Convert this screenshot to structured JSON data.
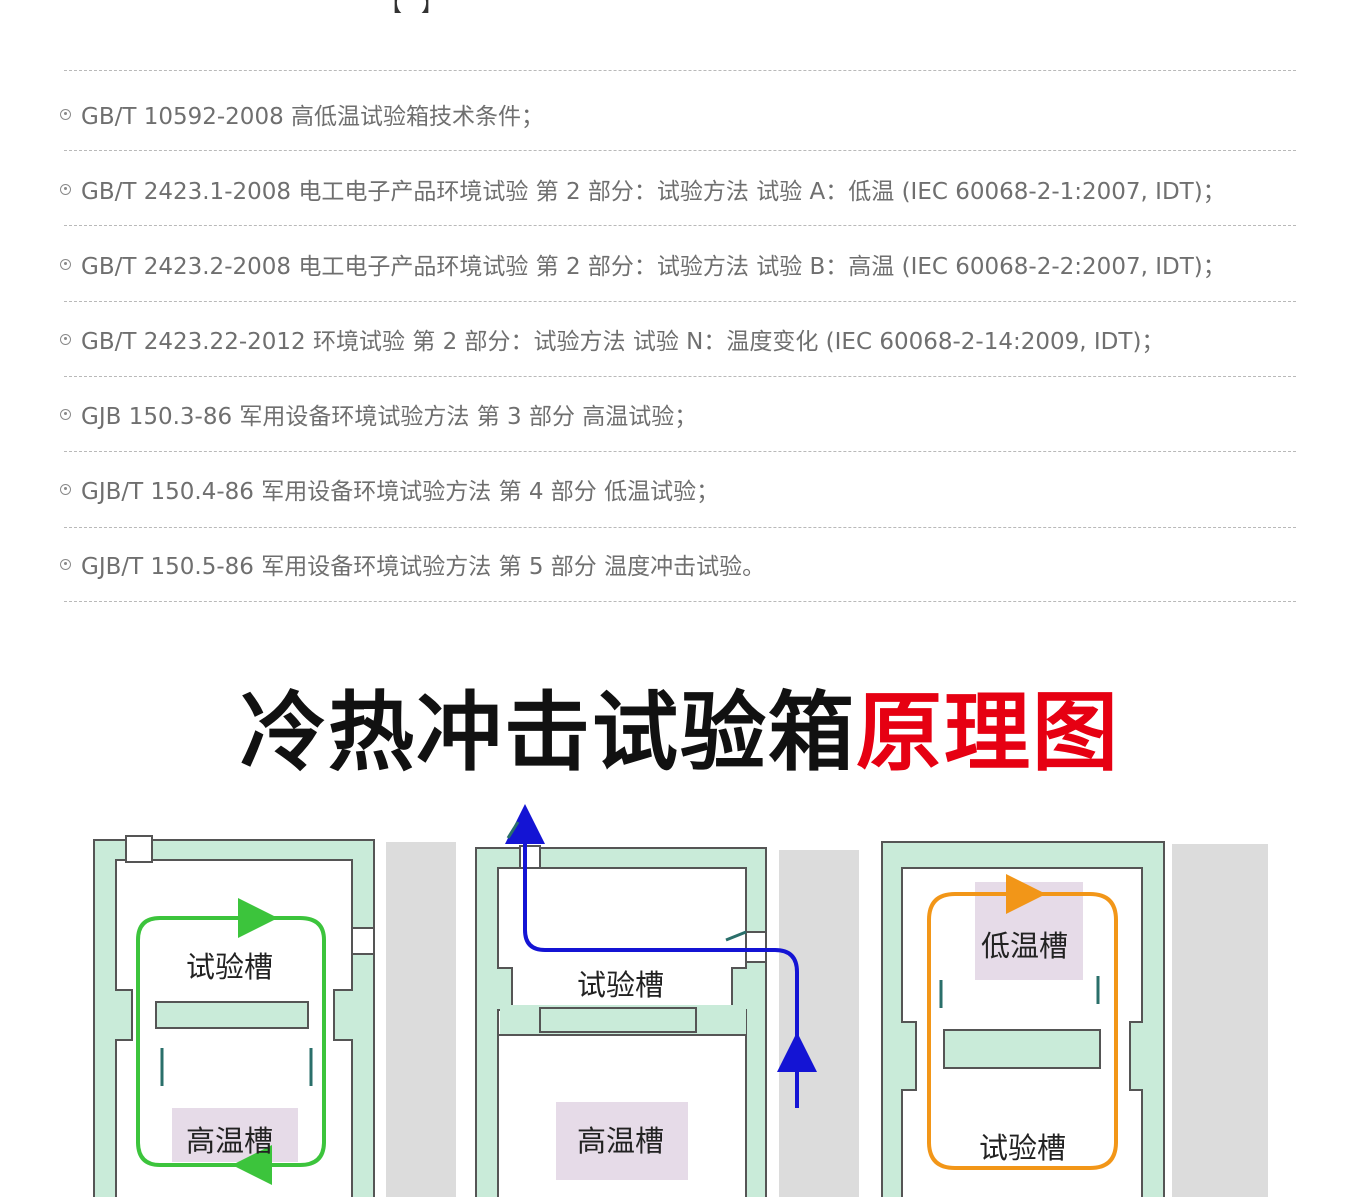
{
  "top_fragment": "【 】",
  "standards": [
    "GB/T 10592-2008 高低温试验箱技术条件；",
    "GB/T 2423.1-2008 电工电子产品环境试验 第 2 部分：试验方法 试验 A：低温 (IEC 60068-2-1:2007, IDT)；",
    "GB/T 2423.2-2008 电工电子产品环境试验 第 2 部分：试验方法 试验 B：高温 (IEC 60068-2-2:2007, IDT)；",
    "GB/T 2423.22-2012 环境试验 第 2 部分：试验方法 试验 N：温度变化 (IEC 60068-2-14:2009, IDT)；",
    "GJB 150.3-86 军用设备环境试验方法 第 3 部分 高温试验；",
    "GJB/T 150.4-86 军用设备环境试验方法 第 4 部分 低温试验；",
    "GJB/T 150.5-86 军用设备环境试验方法 第 5 部分 温度冲击试验。"
  ],
  "heading": {
    "black_part": "冷热冲击试验箱",
    "red_part": "原理图"
  },
  "diagram": {
    "panel1": {
      "upper_label": "试验槽",
      "lower_label": "高温槽",
      "flow_color": "#3cc43c"
    },
    "panel2": {
      "upper_label": "试验槽",
      "lower_label": "高温槽",
      "flow_color": "#1414d4"
    },
    "panel3": {
      "upper_label": "低温槽",
      "lower_label": "试验槽",
      "flow_color": "#f29618"
    }
  },
  "colors": {
    "text_gray": "#6f6f6f",
    "heading_black": "#111111",
    "heading_red": "#e60012",
    "chamber_fill": "#c9ebd9",
    "chamber_stroke": "#555555",
    "label_bg": "#e6dbe8",
    "side_bar": "#dcdcdc"
  }
}
